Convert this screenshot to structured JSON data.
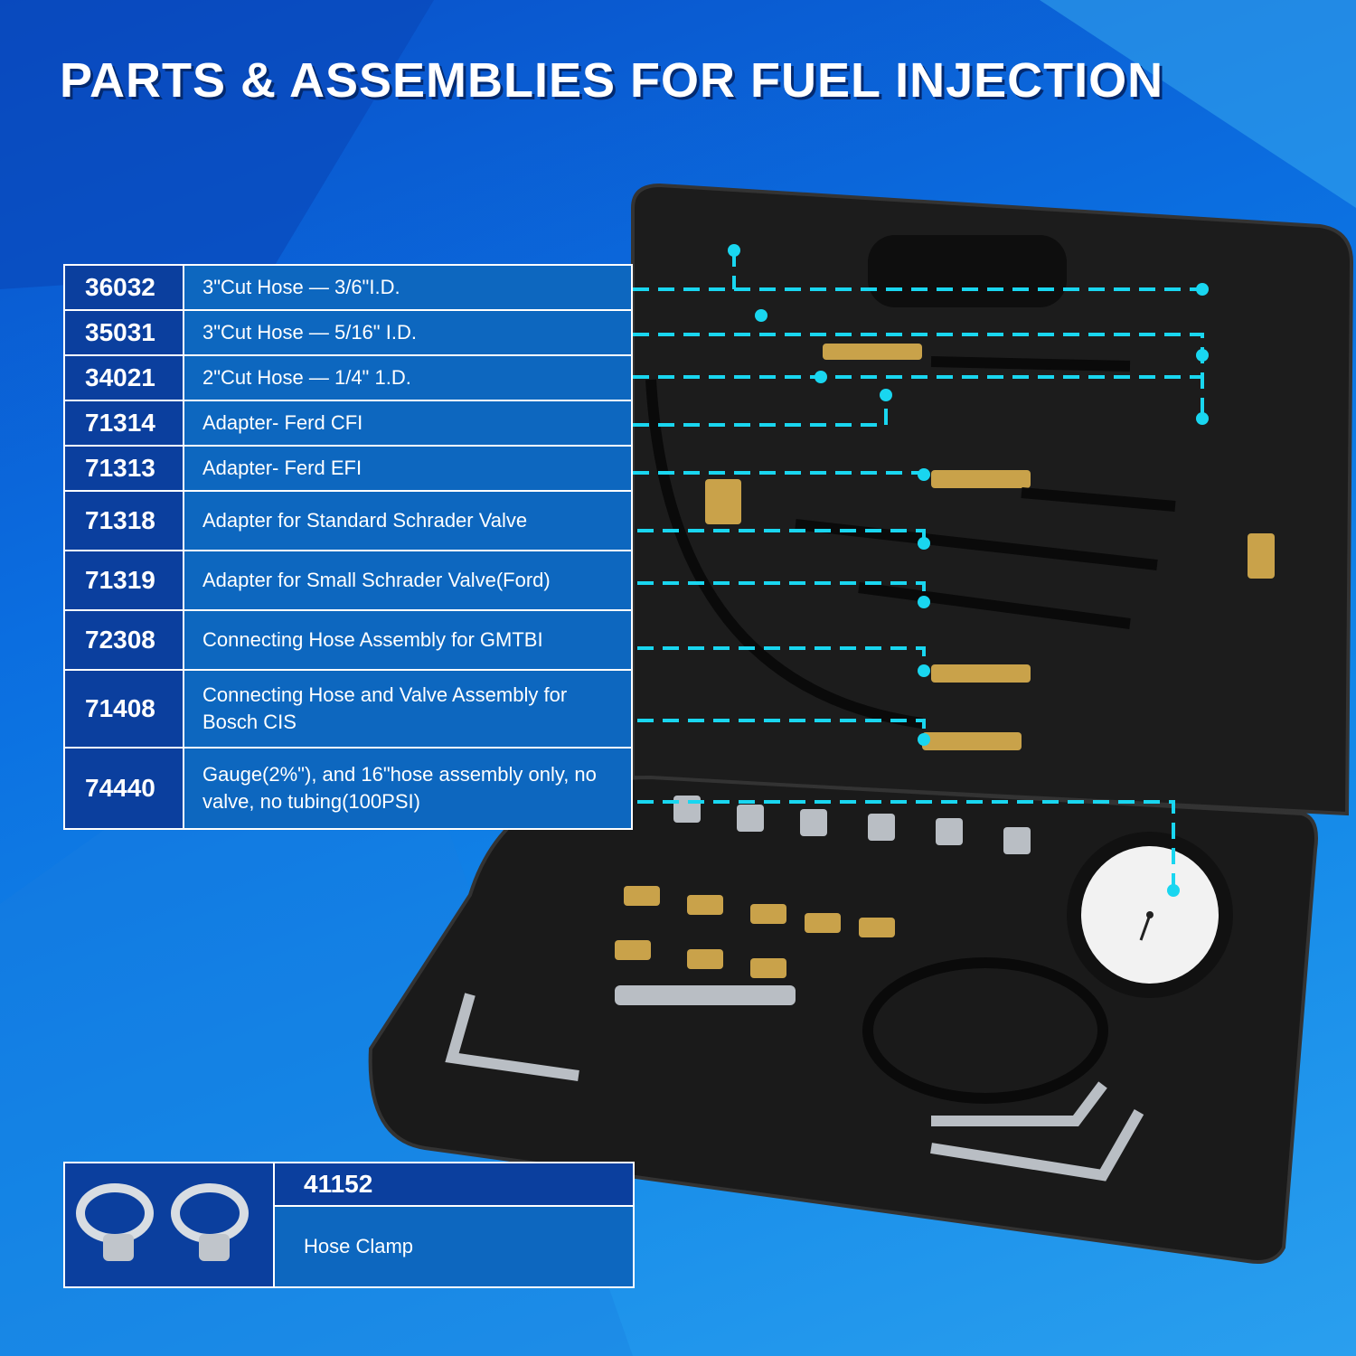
{
  "title": "PARTS & ASSEMBLIES FOR FUEL INJECTION",
  "colors": {
    "background": "#0b6ee0",
    "id_cell": "#0b3f9e",
    "desc_cell": "#0d67bf",
    "leader": "#19d6f0",
    "case": "#1a1a1a"
  },
  "parts": [
    {
      "id": "36032",
      "desc": "3\"Cut Hose — 3/6\"I.D."
    },
    {
      "id": "35031",
      "desc": "3\"Cut Hose — 5/16\" I.D."
    },
    {
      "id": "34021",
      "desc": "2\"Cut Hose — 1/4\" 1.D."
    },
    {
      "id": "71314",
      "desc": "Adapter- Ferd CFI"
    },
    {
      "id": "71313",
      "desc": "Adapter- Ferd EFI"
    },
    {
      "id": "71318",
      "desc": "Adapter for Standard Schrader Valve"
    },
    {
      "id": "71319",
      "desc": "Adapter for Small Schrader Valve(Ford)"
    },
    {
      "id": "72308",
      "desc": "Connecting Hose Assembly for GMTBI"
    },
    {
      "id": "71408",
      "desc": "Connecting Hose and Valve Assembly for Bosch CIS"
    },
    {
      "id": "74440",
      "desc": "Gauge(2%\"), and 16\"hose assembly only, no valve, no tubing(100PSI)"
    }
  ],
  "clamp": {
    "id": "41152",
    "desc": "Hose Clamp",
    "icon": "hose-clamp-icon"
  }
}
